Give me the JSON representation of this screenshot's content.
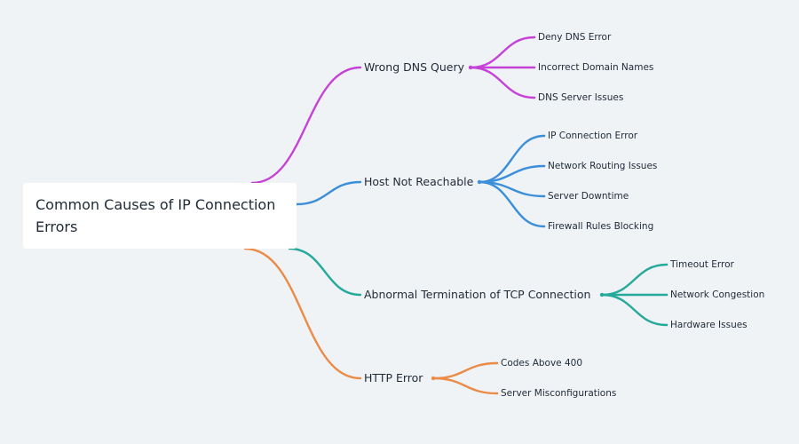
{
  "root": {
    "title": "Common Causes of IP Connection Errors"
  },
  "colors": {
    "background": "#f0f3f6",
    "dns": "#c542d6",
    "host": "#3b8fd9",
    "tcp": "#25a99a",
    "http": "#ea8b47"
  },
  "branches": [
    {
      "label": "Wrong DNS Query",
      "color": "#c542d6",
      "children": [
        "Deny DNS Error",
        "Incorrect Domain Names",
        "DNS Server Issues"
      ]
    },
    {
      "label": "Host Not Reachable",
      "color": "#3b8fd9",
      "children": [
        "IP Connection Error",
        "Network Routing Issues",
        "Server Downtime",
        "Firewall Rules Blocking"
      ]
    },
    {
      "label": "Abnormal Termination of TCP Connection",
      "color": "#25a99a",
      "children": [
        "Timeout Error",
        "Network Congestion",
        "Hardware Issues"
      ]
    },
    {
      "label": "HTTP Error",
      "color": "#ea8b47",
      "children": [
        "Codes Above 400",
        "Server Misconfigurations"
      ]
    }
  ]
}
